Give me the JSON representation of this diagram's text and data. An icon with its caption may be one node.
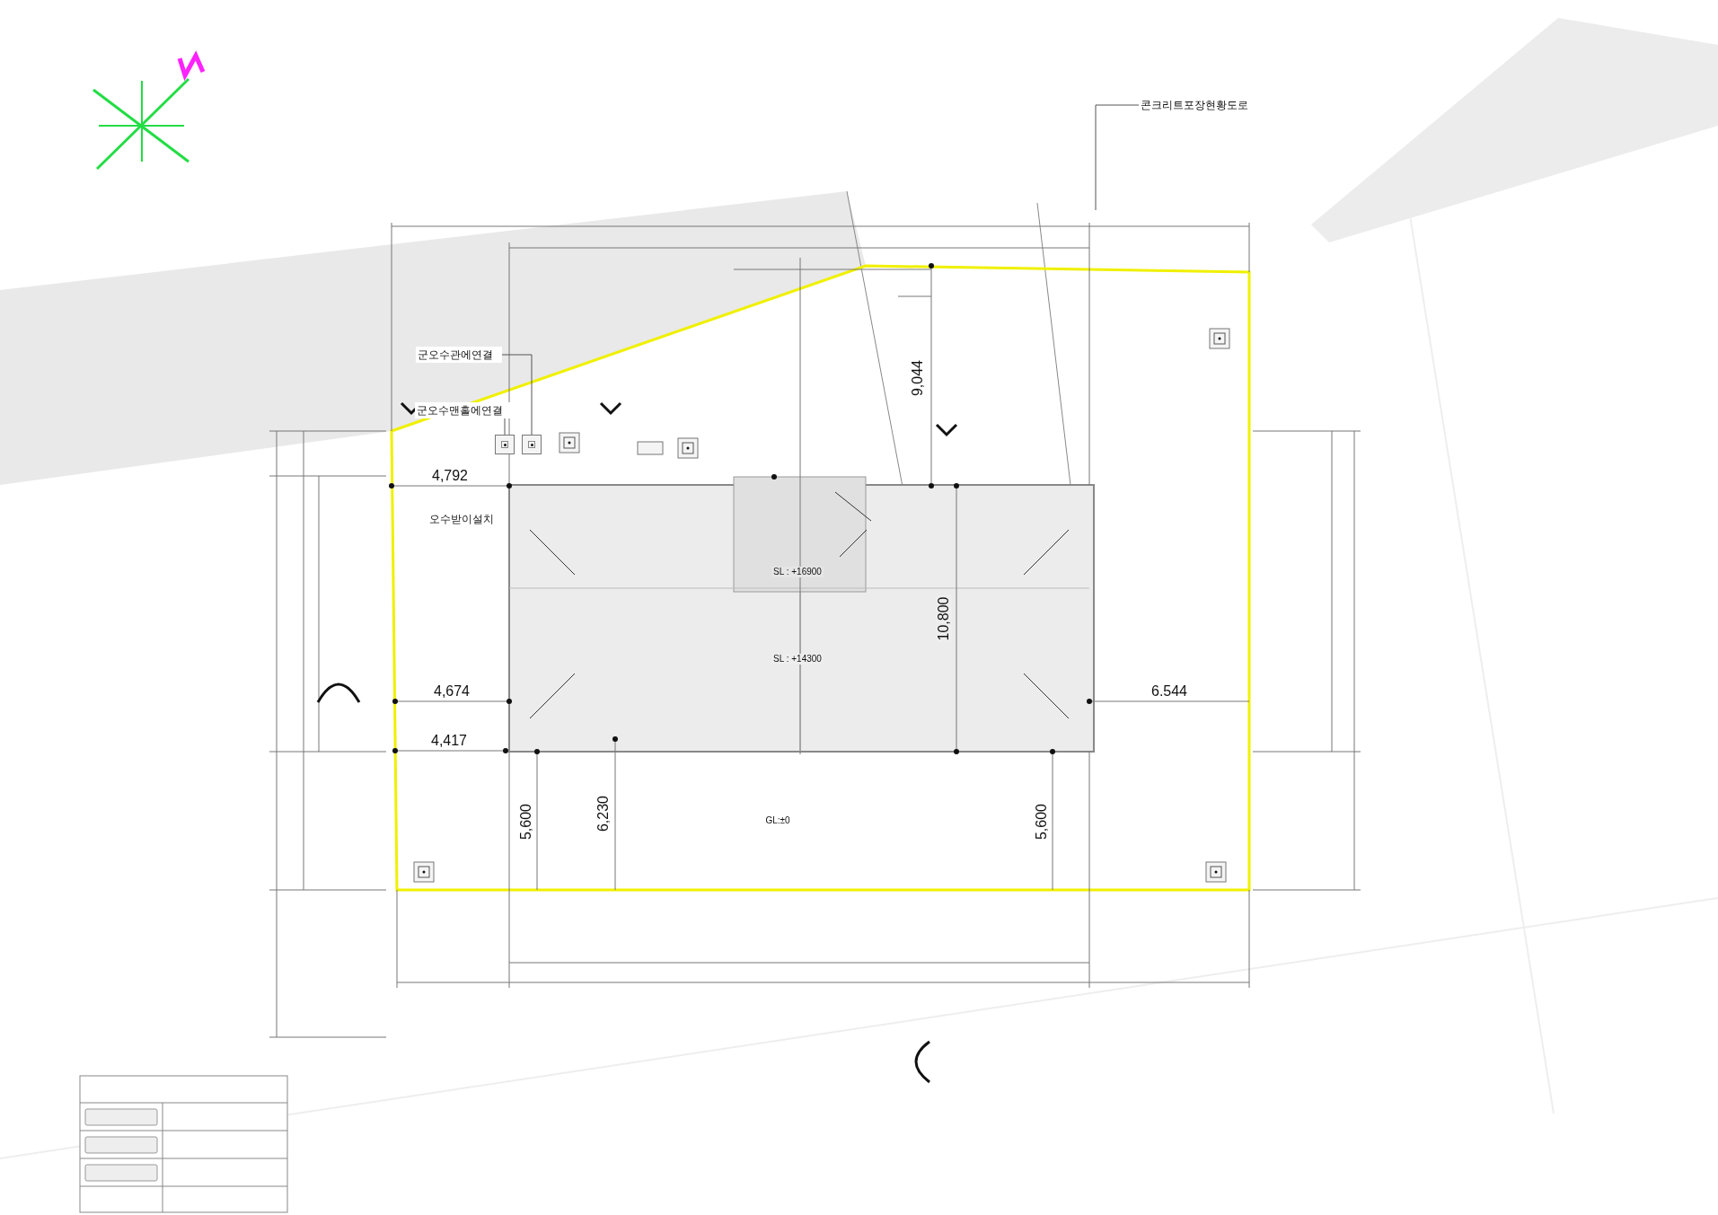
{
  "diagram": {
    "nodes": [
      {
        "text": [
          "콘크리트포장현황도로"
        ]
      },
      {
        "text": [
          "군오수관에연결"
        ]
      },
      {
        "text": [],
        "shape": "box"
      },
      {
        "text": [
          "군오수맨홀에연결"
        ]
      },
      {
        "text": [],
        "shape": "box"
      }
    ],
    "edges": [
      {
        "from": 0,
        "to": null,
        "arrow": "none"
      },
      {
        "from": 1,
        "to": 4,
        "arrow": "none"
      },
      {
        "from": 3,
        "to": 2,
        "arrow": "none"
      }
    ],
    "labels": [
      "9,044",
      "4,792",
      "오수받이설치",
      "SL : +16900",
      "10,800",
      "SL : +14300",
      "4,674",
      "6.544",
      "4,417",
      "6,230",
      "5,600",
      "GL:±0",
      "5,600"
    ]
  }
}
